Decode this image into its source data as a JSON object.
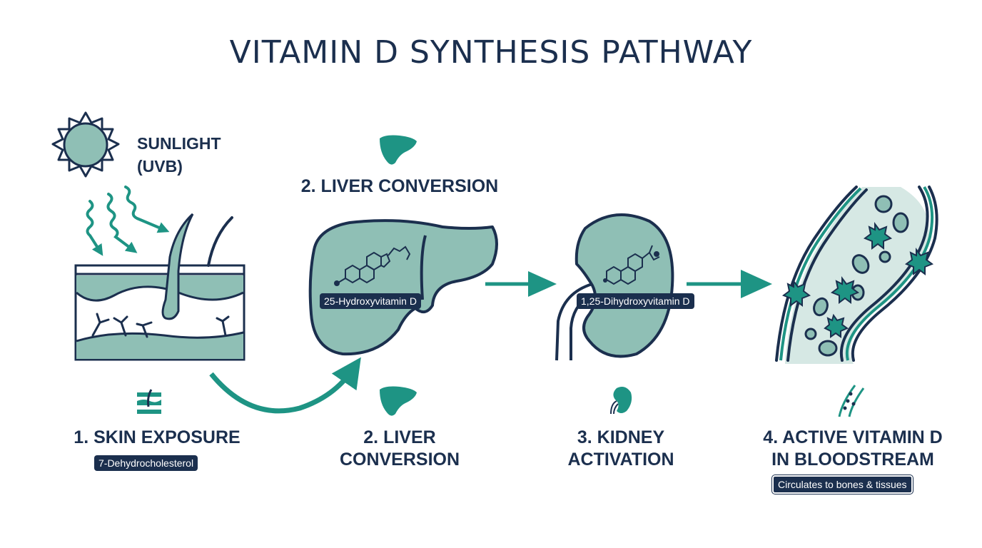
{
  "title": "VITAMIN D SYNTHESIS PATHWAY",
  "colors": {
    "navy": "#1b2f4e",
    "teal": "#1e9484",
    "teal_fill": "#8fbfb5",
    "teal_light": "#a9d0c8"
  },
  "sunlight": {
    "line1": "SUNLIGHT",
    "line2": "(UVB)",
    "icon": "sun-icon"
  },
  "top_label": "2. LIVER CONVERSION",
  "molecule_labels": {
    "liver": "25-Hydroxyvitamin D",
    "kidney": "1,25-Dihydroxyvitamin D"
  },
  "steps": [
    {
      "line1": "1. SKIN EXPOSURE",
      "line2": "",
      "tag": "7-Dehydrocholesterol",
      "icon": "skin-icon"
    },
    {
      "line1": "2. LIVER",
      "line2": "CONVERSION",
      "tag": "",
      "icon": "liver-icon"
    },
    {
      "line1": "3. KIDNEY",
      "line2": "ACTIVATION",
      "tag": "",
      "icon": "kidney-icon"
    },
    {
      "line1": "4. ACTIVE VITAMIN D",
      "line2": "IN BLOODSTREAM",
      "tag": "Circulates to bones & tissues",
      "icon": "blood-vessel-icon"
    }
  ]
}
